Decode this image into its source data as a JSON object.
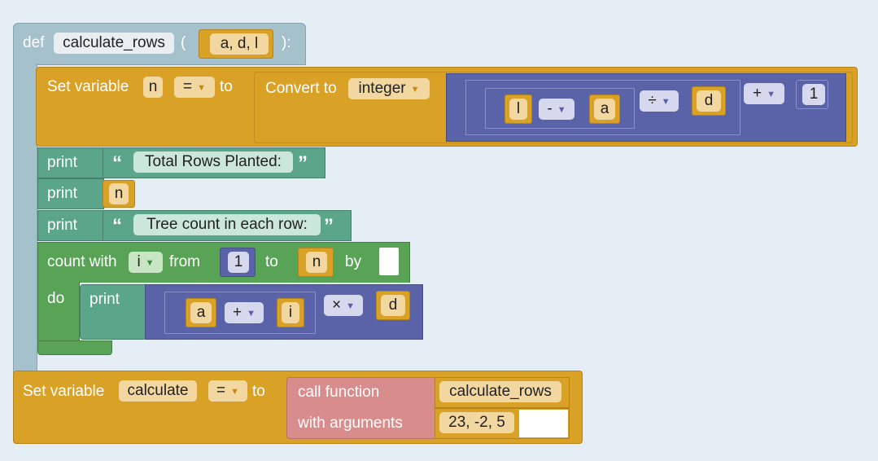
{
  "def_block": {
    "keyword": "def",
    "name": "calculate_rows",
    "open_paren": "(",
    "params": "a, d, l",
    "close": "):"
  },
  "set_n": {
    "label": "Set variable",
    "var": "n",
    "op": "=",
    "to": "to",
    "convert_label": "Convert to",
    "convert_type": "integer",
    "l_var": "l",
    "minus_op": "-",
    "a_var": "a",
    "div_op": "÷",
    "d_var": "d",
    "plus_op": "+",
    "one": "1"
  },
  "print1": {
    "label": "print",
    "open_quote": "“",
    "text": "Total Rows Planted:",
    "close_quote": "”"
  },
  "print2": {
    "label": "print",
    "var": "n"
  },
  "print3": {
    "label": "print",
    "open_quote": "“",
    "text": "Tree count in each row:",
    "close_quote": "”"
  },
  "count": {
    "label": "count with",
    "var": "i",
    "from": "from",
    "from_val": "1",
    "to": "to",
    "to_var": "n",
    "by": "by",
    "do": "do",
    "print_label": "print",
    "a_var": "a",
    "plus_op": "+",
    "i_var": "i",
    "times_op": "×",
    "d_var": "d"
  },
  "set_calc": {
    "label": "Set variable",
    "var": "calculate",
    "op": "=",
    "to": "to",
    "call_label": "call function",
    "func": "calculate_rows",
    "args_label": "with arguments",
    "args": "23, -2, 5"
  },
  "colors": {
    "background": "#e4eef4",
    "variables": "#d9a126",
    "math": "#5a63a8",
    "loops": "#59a357",
    "text": "#5ba58a",
    "functions": "#d98c8c",
    "def": "#a5c1cc"
  }
}
